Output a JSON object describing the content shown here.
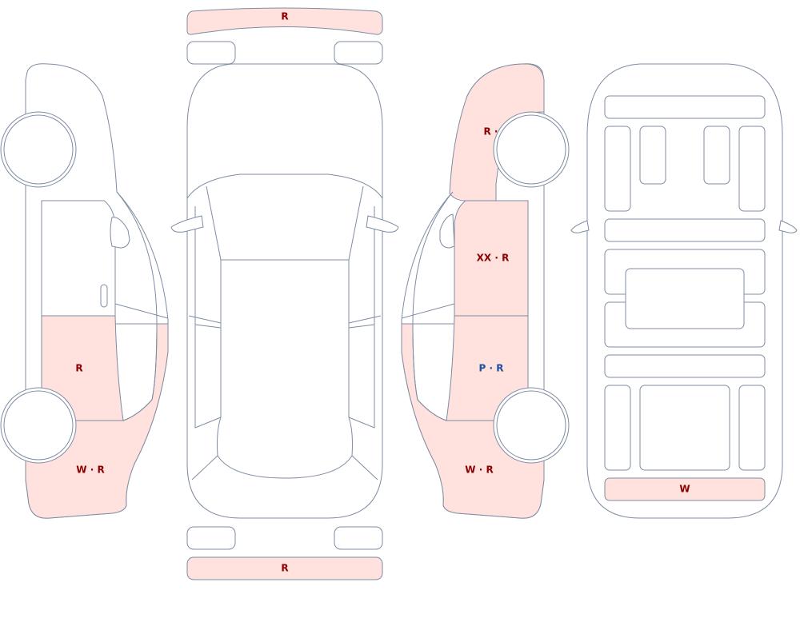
{
  "colors": {
    "damage_fill": "#ffe1de",
    "outline": "#7f8ca3",
    "label_red": "#8b0000",
    "label_blue": "#1f4fa0"
  },
  "labels": {
    "front_bumper": "R",
    "rear_bumper": "R",
    "left_rear_door": "R",
    "left_rear_quarter": "W · R",
    "right_front_fender": "R · P",
    "right_front_door": "XX · R",
    "right_rear_door": "P · R",
    "right_rear_quarter": "W · R",
    "rear_floor_panel": "W"
  }
}
